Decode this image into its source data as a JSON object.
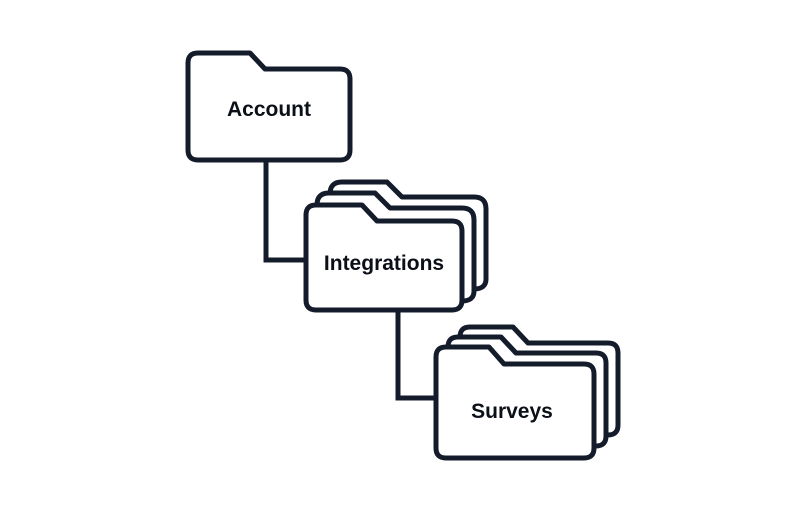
{
  "diagram": {
    "colors": {
      "stroke": "#141c2b",
      "fill": "#ffffff",
      "text": "#0b0f17",
      "background": "#ffffff"
    },
    "nodes": [
      {
        "id": "account",
        "label": "Account",
        "icon": "folder-icon",
        "stacked": false
      },
      {
        "id": "integrations",
        "label": "Integrations",
        "icon": "folder-stack-icon",
        "stacked": true
      },
      {
        "id": "surveys",
        "label": "Surveys",
        "icon": "folder-stack-icon",
        "stacked": true
      }
    ],
    "edges": [
      {
        "from": "account",
        "to": "integrations"
      },
      {
        "from": "integrations",
        "to": "surveys"
      }
    ]
  }
}
